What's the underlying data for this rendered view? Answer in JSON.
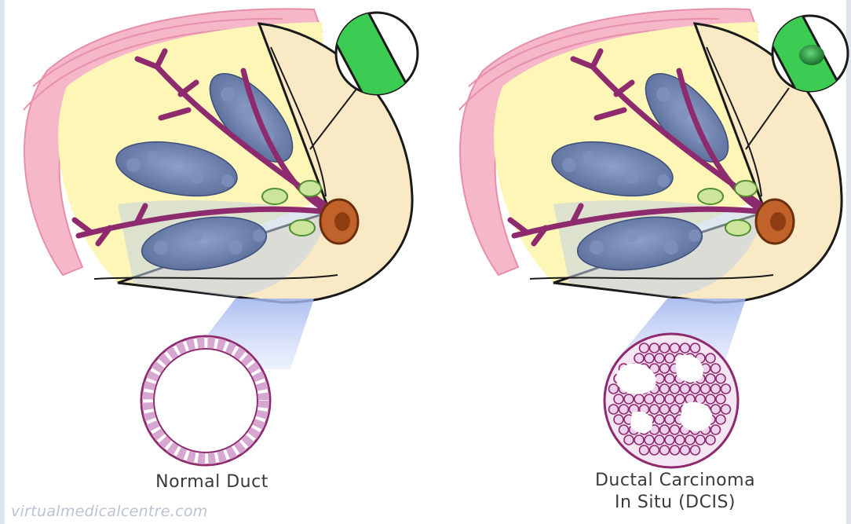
{
  "labels": {
    "normal": "Normal Duct",
    "dcis_line1": "Ductal Carcinoma",
    "dcis_line2": "In Situ (DCIS)"
  },
  "watermark": "virtualmedicalcentre.com",
  "colors": {
    "skin": "#f6b7c8",
    "fat": "#fdf6b7",
    "tissue": "#f9e9c5",
    "duct": "#8e2a6e",
    "lobule": "#6d7fa8",
    "lens_green": "#3ccc53",
    "areola": "#c0622a",
    "beam": "#a7b9ee",
    "cell": "#b15aa7"
  }
}
